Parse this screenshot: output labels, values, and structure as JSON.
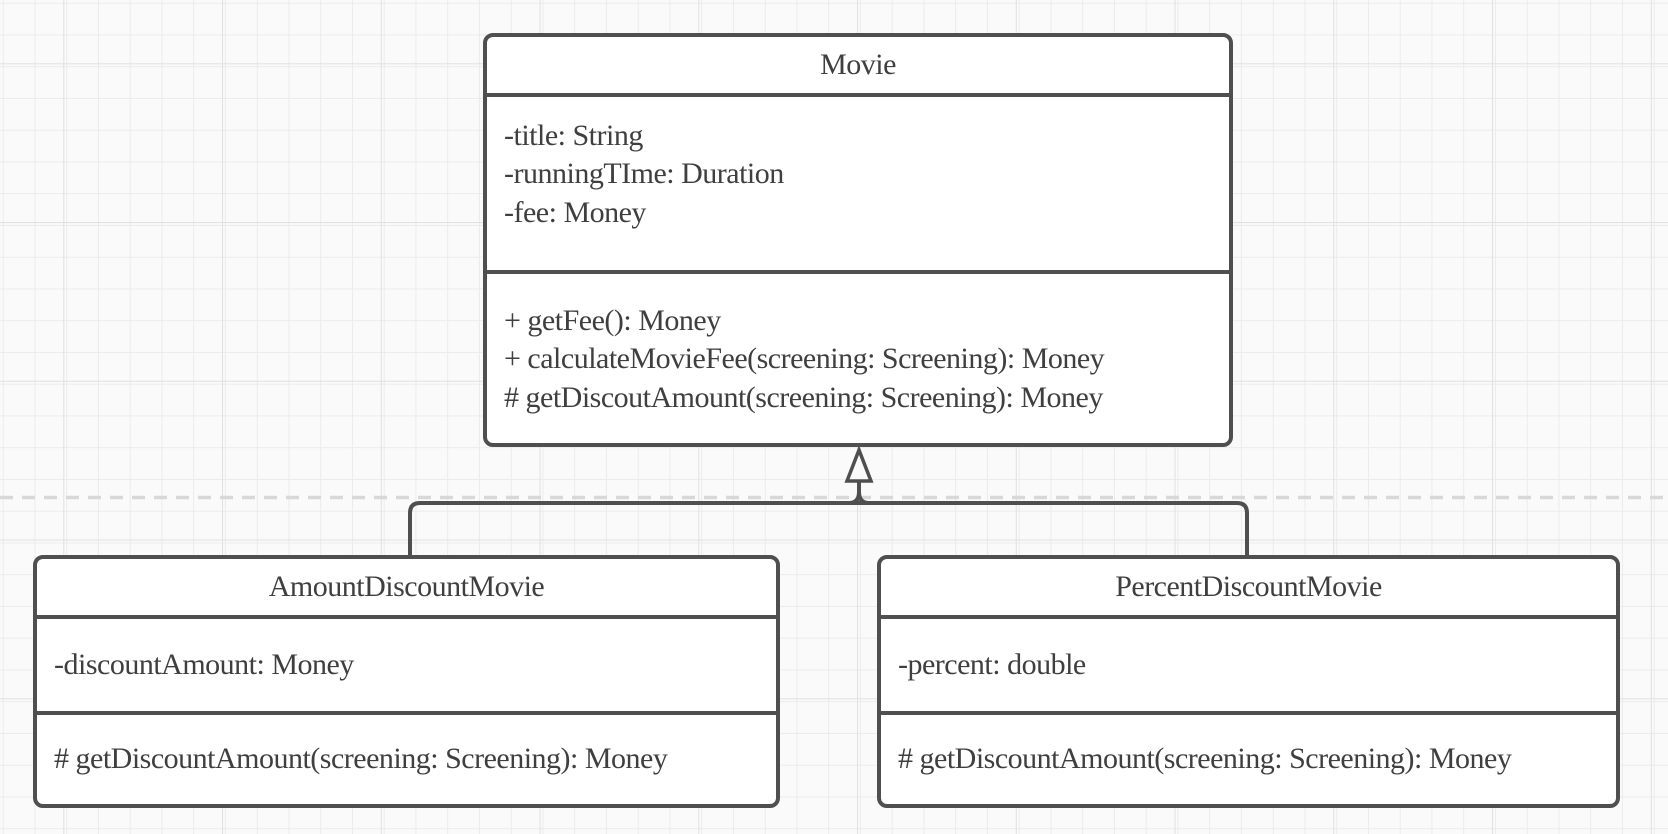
{
  "diagram": {
    "type": "uml-class-diagram",
    "classes": [
      {
        "name": "Movie",
        "attributes": [
          "-title: String",
          "-runningTIme: Duration",
          "-fee: Money"
        ],
        "methods": [
          "+ getFee(): Money",
          "+ calculateMovieFee(screening: Screening): Money",
          "# getDiscoutAmount(screening: Screening): Money"
        ]
      },
      {
        "name": "AmountDiscountMovie",
        "attributes": [
          "-discountAmount: Money"
        ],
        "methods": [
          "# getDiscountAmount(screening: Screening): Money"
        ]
      },
      {
        "name": "PercentDiscountMovie",
        "attributes": [
          "-percent: double"
        ],
        "methods": [
          "# getDiscountAmount(screening: Screening): Money"
        ]
      }
    ],
    "relationships": [
      {
        "type": "generalization",
        "from": "AmountDiscountMovie",
        "to": "Movie"
      },
      {
        "type": "generalization",
        "from": "PercentDiscountMovie",
        "to": "Movie"
      }
    ],
    "colors": {
      "stroke": "#4f4f4f",
      "text": "#3f3f3f",
      "node_fill": "#ffffff",
      "canvas_background": "#fafafa",
      "grid_minor": "#ebebeb",
      "grid_major": "#e0e0e0",
      "page_divider": "#d8d8d8"
    }
  }
}
